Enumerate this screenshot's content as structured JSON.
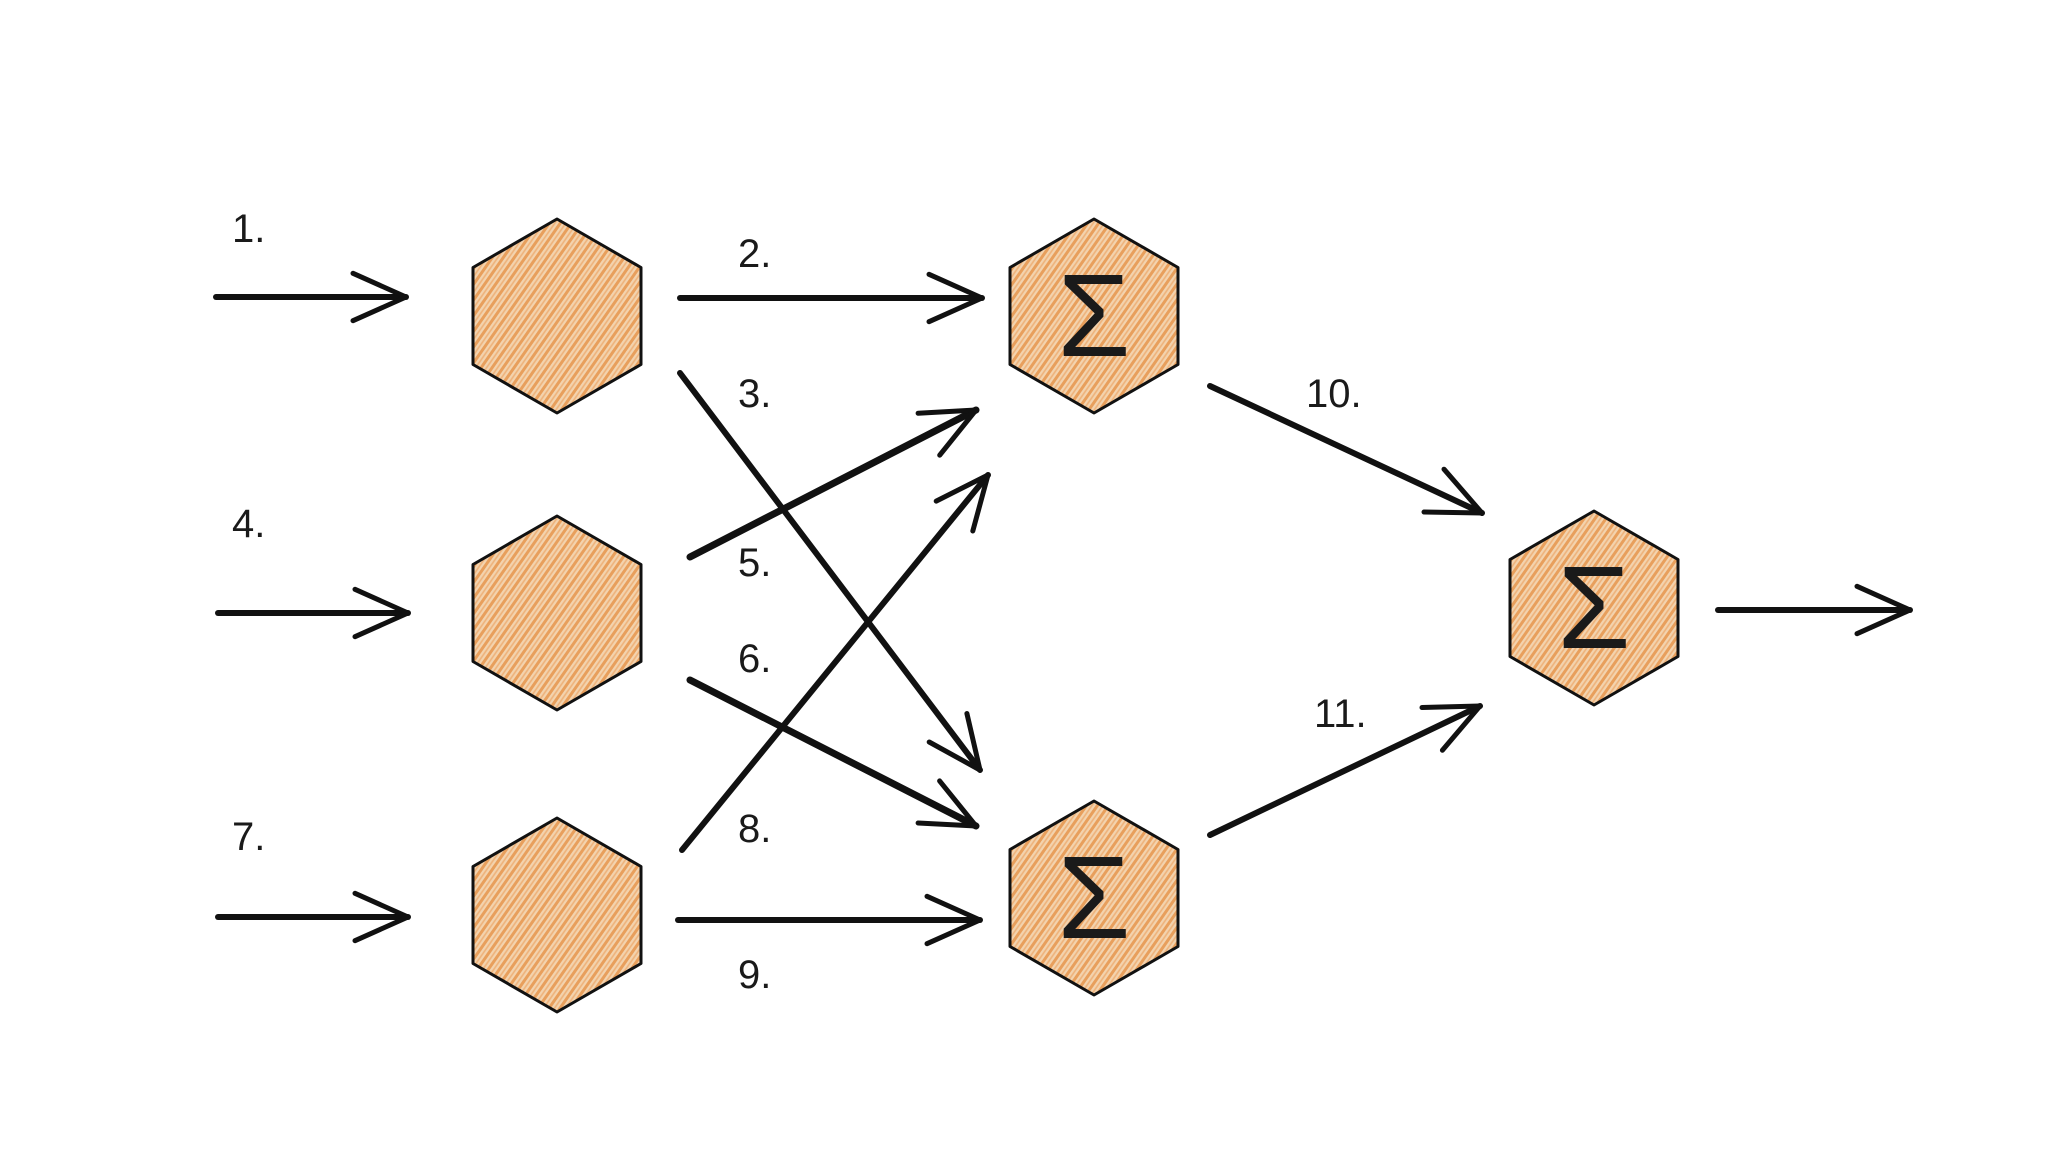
{
  "colors": {
    "node_fill": "#f2d2ad",
    "hatch": "#e8a05e",
    "ink": "#111111"
  },
  "nodes": [
    {
      "id": "input-1",
      "sigma": ""
    },
    {
      "id": "input-2",
      "sigma": ""
    },
    {
      "id": "input-3",
      "sigma": ""
    },
    {
      "id": "sum-1",
      "sigma": "Σ"
    },
    {
      "id": "sum-2",
      "sigma": "Σ"
    },
    {
      "id": "output-sum",
      "sigma": "Σ"
    }
  ],
  "edges": [
    {
      "label": "1."
    },
    {
      "label": "2."
    },
    {
      "label": "3."
    },
    {
      "label": "4."
    },
    {
      "label": "5."
    },
    {
      "label": "6."
    },
    {
      "label": "7."
    },
    {
      "label": "8."
    },
    {
      "label": "9."
    },
    {
      "label": "10."
    },
    {
      "label": "11."
    },
    {
      "label": ""
    }
  ]
}
